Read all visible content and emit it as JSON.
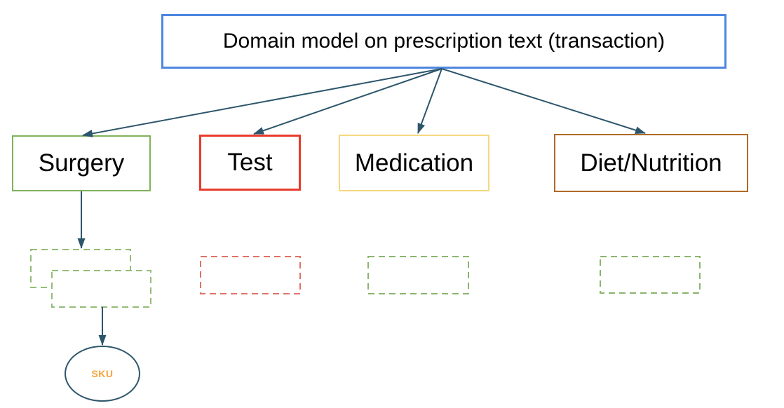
{
  "diagram": {
    "title": {
      "label": "Domain model on prescription text (transaction)",
      "border_color": "#4d86e0"
    },
    "categories": [
      {
        "label": "Surgery",
        "border_color": "#7fb25c"
      },
      {
        "label": "Test",
        "border_color": "#e93a2b"
      },
      {
        "label": "Medication",
        "border_color": "#f6d87f"
      },
      {
        "label": "Diet/Nutrition",
        "border_color": "#ad6a27"
      }
    ],
    "placeholders": {
      "surgery_back": {
        "border_color": "#93bd77"
      },
      "surgery_front": {
        "border_color": "#93bd77"
      },
      "test": {
        "border_color": "#df7268"
      },
      "medication": {
        "border_color": "#8ab56d"
      },
      "diet": {
        "border_color": "#8ab56d"
      }
    },
    "sku_node": {
      "label": "SKU",
      "text_color": "#f5a43b",
      "border_color": "#2d566b"
    },
    "connector_color": "#2d566b"
  }
}
